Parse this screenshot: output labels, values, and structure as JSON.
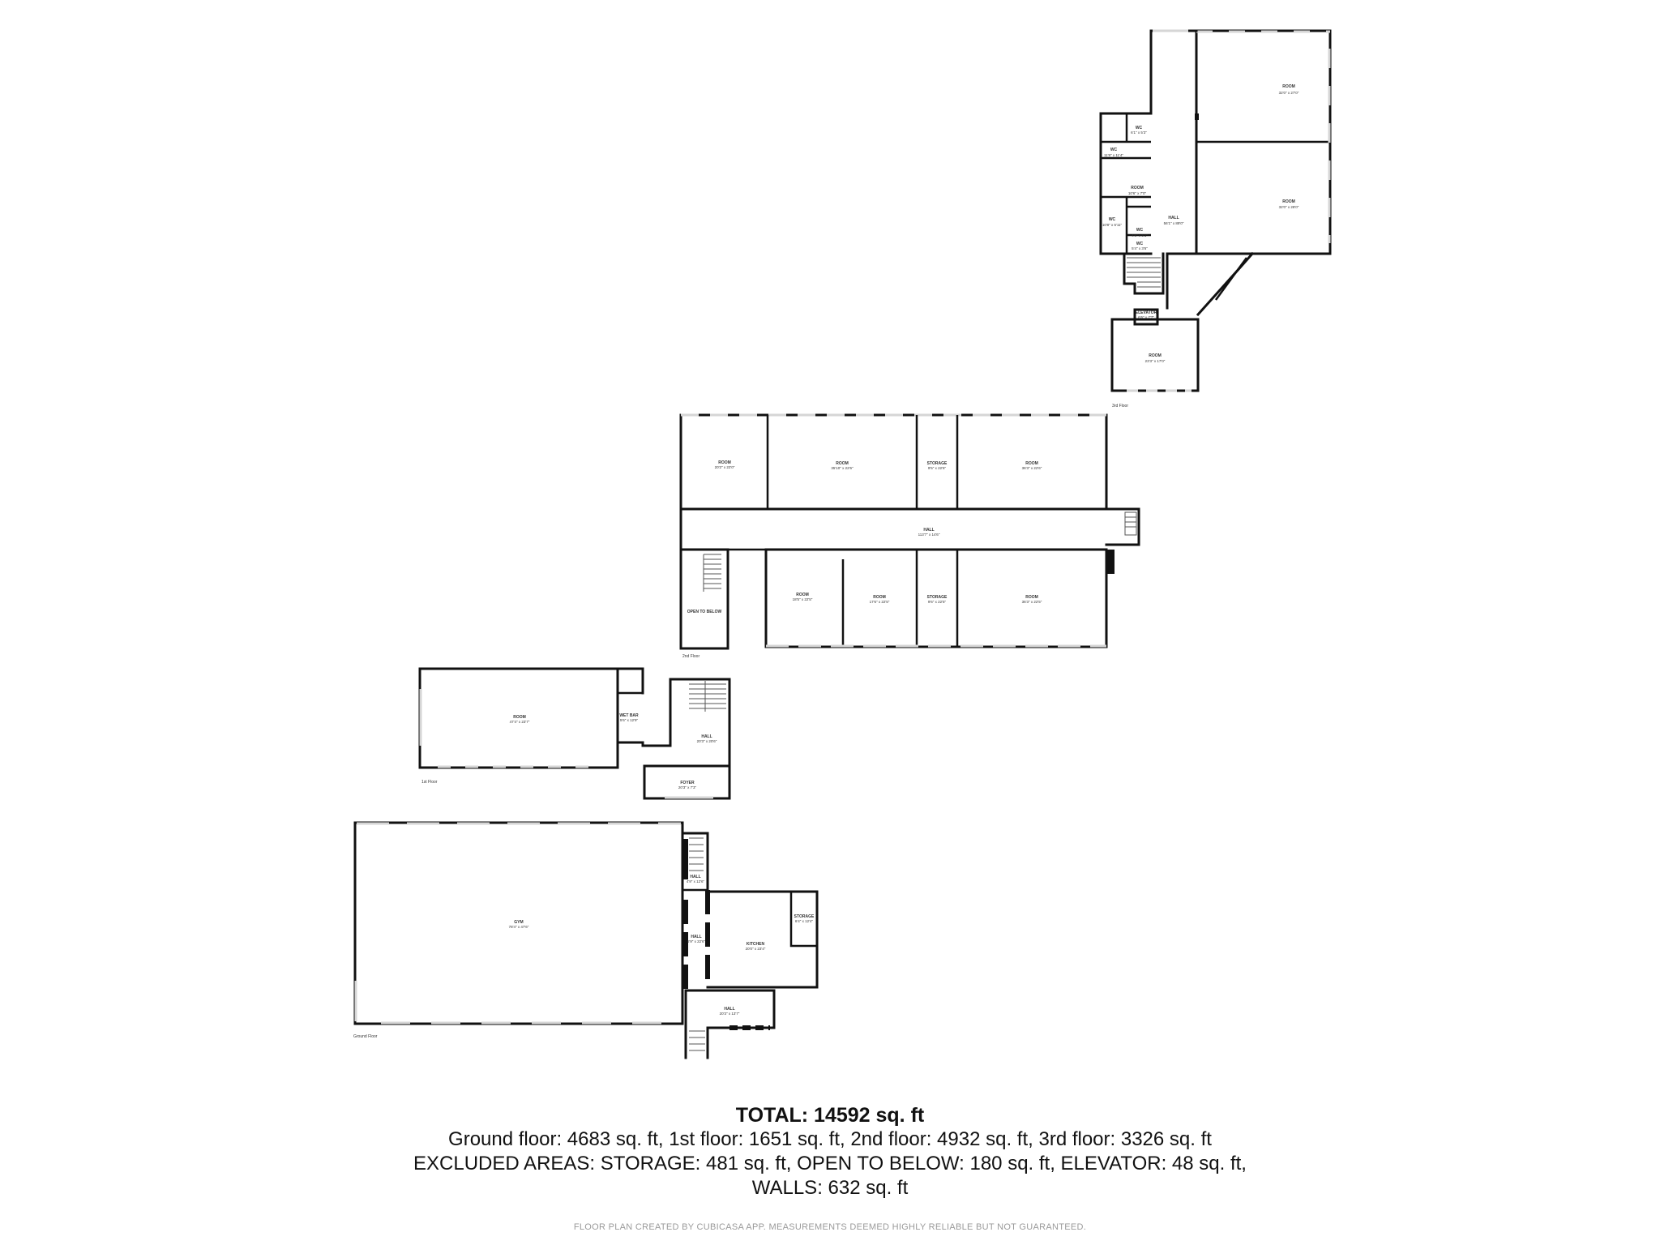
{
  "summary": {
    "total": "TOTAL: 14592 sq. ft",
    "floors_line": "Ground floor: 4683 sq. ft, 1st floor: 1651 sq. ft, 2nd floor: 4932 sq. ft, 3rd floor: 3326 sq. ft",
    "excluded_line": "EXCLUDED AREAS: STORAGE: 481 sq. ft, OPEN TO BELOW: 180 sq. ft, ELEVATOR: 48 sq. ft,",
    "walls_line": "WALLS: 632 sq. ft"
  },
  "disclaimer": "FLOOR PLAN CREATED BY CUBICASA APP. MEASUREMENTS DEEMED HIGHLY RELIABLE BUT NOT GUARANTEED.",
  "floors": {
    "third": {
      "label": "3rd Floor",
      "rooms": [
        {
          "name": "ROOM",
          "dims": "32'0\" x 27'0\""
        },
        {
          "name": "ROOM",
          "dims": "32'0\" x 28'0\""
        },
        {
          "name": "WC",
          "dims": "6'1\" x 5'3\""
        },
        {
          "name": "WC",
          "dims": "11'8\" x 11'4\""
        },
        {
          "name": "ROOM",
          "dims": "10'6\" x 7'0\""
        },
        {
          "name": "WC",
          "dims": "10'8\" x 5'11\""
        },
        {
          "name": "WC",
          "dims": "4'6\" x 5'1\""
        },
        {
          "name": "WC",
          "dims": "5'4\" x 3'6\""
        },
        {
          "name": "HALL",
          "dims": "56'1\" x 89'0\""
        },
        {
          "name": "ELEVATOR",
          "dims": "6'6\" x 7'7\""
        },
        {
          "name": "ROOM",
          "dims": "23'3\" x 17'0\""
        }
      ]
    },
    "second": {
      "label": "2nd Floor",
      "rooms": [
        {
          "name": "ROOM",
          "dims": "20'2\" x 22'0\""
        },
        {
          "name": "ROOM",
          "dims": "35'10\" x 22'6\""
        },
        {
          "name": "STORAGE",
          "dims": "9'5\" x 22'6\""
        },
        {
          "name": "ROOM",
          "dims": "36'3\" x 22'6\""
        },
        {
          "name": "HALL",
          "dims": "113'7\" x 14'6\""
        },
        {
          "name": "OPEN TO BELOW",
          "dims": ""
        },
        {
          "name": "ROOM",
          "dims": "18'5\" x 22'5\""
        },
        {
          "name": "ROOM",
          "dims": "17'6\" x 22'5\""
        },
        {
          "name": "STORAGE",
          "dims": "9'6\" x 22'5\""
        },
        {
          "name": "ROOM",
          "dims": "36'3\" x 22'5\""
        }
      ]
    },
    "first": {
      "label": "1st Floor",
      "rooms": [
        {
          "name": "ROOM",
          "dims": "47'4\" x 23'7\""
        },
        {
          "name": "WET BAR",
          "dims": "5'6\" x 12'9\""
        },
        {
          "name": "HALL",
          "dims": "20'3\" x 20'6\""
        },
        {
          "name": "FOYER",
          "dims": "20'3\" x 7'3\""
        }
      ]
    },
    "ground": {
      "label": "Ground Floor",
      "rooms": [
        {
          "name": "GYM",
          "dims": "78'4\" x 47'6\""
        },
        {
          "name": "HALL",
          "dims": "4'9\" x 12'6\""
        },
        {
          "name": "HALL",
          "dims": "6'9\" x 22'6\""
        },
        {
          "name": "KITCHEN",
          "dims": "20'0\" x 23'4\""
        },
        {
          "name": "STORAGE",
          "dims": "6'4\" x 12'4\""
        },
        {
          "name": "HALL",
          "dims": "20'3\" x 13'7\""
        }
      ]
    }
  }
}
